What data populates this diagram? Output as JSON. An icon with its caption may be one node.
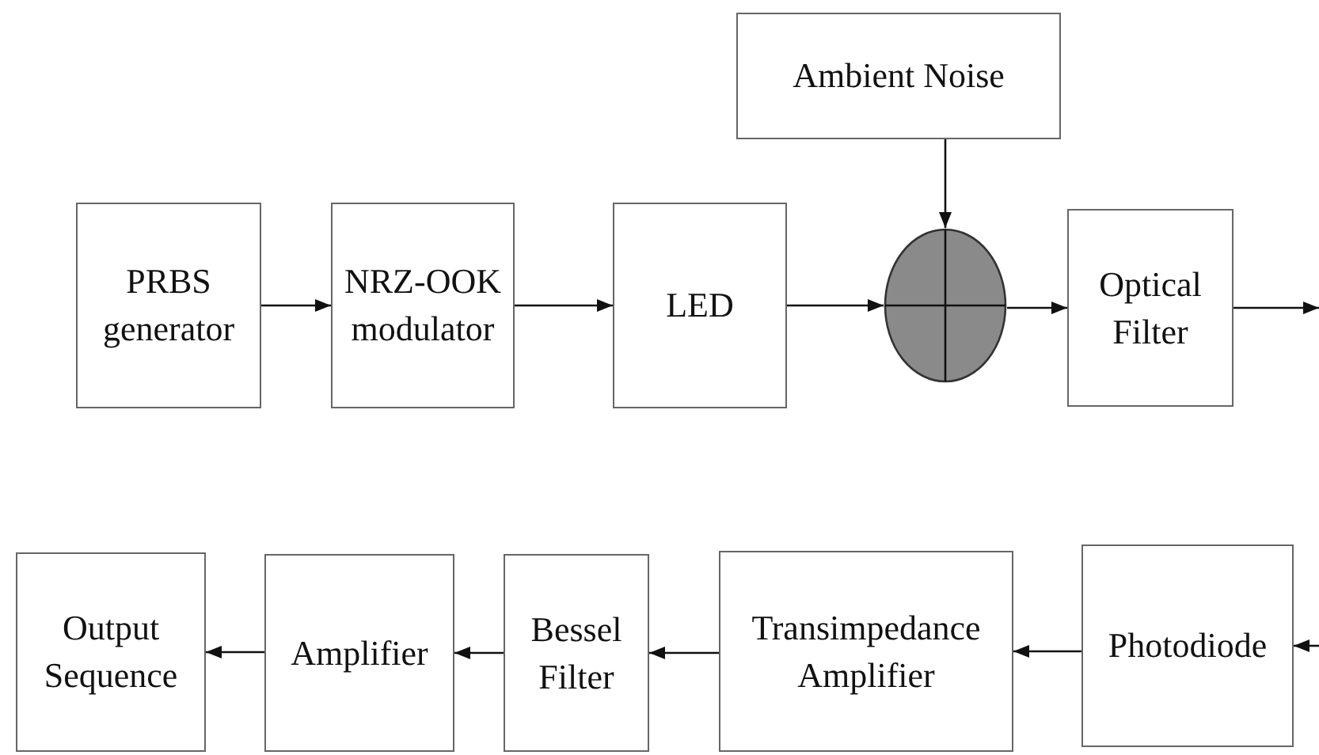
{
  "diagram": {
    "nodes": [
      {
        "text": [
          "Ambient Noise"
        ]
      },
      {
        "text": [
          "PRBS generator"
        ]
      },
      {
        "text": [
          "NRZ-OOK modulator"
        ]
      },
      {
        "text": [
          "LED"
        ]
      },
      {
        "text": [],
        "shape": "circle"
      },
      {
        "text": [
          "Optical Filter"
        ]
      },
      {
        "text": [
          "Output Sequence"
        ]
      },
      {
        "text": [
          "Amplifier"
        ]
      },
      {
        "text": [
          "Bessel Filter"
        ]
      },
      {
        "text": [
          "Transimpedance Amplifier"
        ]
      },
      {
        "text": [
          "Photodiode"
        ]
      }
    ],
    "edges": [
      {
        "from": 1,
        "to": 2,
        "arrow": "to"
      },
      {
        "from": 2,
        "to": 3,
        "arrow": "to"
      },
      {
        "from": 3,
        "to": 4,
        "arrow": "to"
      },
      {
        "from": 0,
        "to": 4,
        "arrow": "to"
      },
      {
        "from": 4,
        "to": 5,
        "arrow": "to"
      },
      {
        "from": 5,
        "to": null,
        "arrow": "to"
      },
      {
        "from": null,
        "to": 10,
        "arrow": "to"
      },
      {
        "from": 10,
        "to": 9,
        "arrow": "to"
      },
      {
        "from": 9,
        "to": 8,
        "arrow": "to"
      },
      {
        "from": 8,
        "to": 7,
        "arrow": "to"
      },
      {
        "from": 7,
        "to": 6,
        "arrow": "to"
      }
    ]
  }
}
